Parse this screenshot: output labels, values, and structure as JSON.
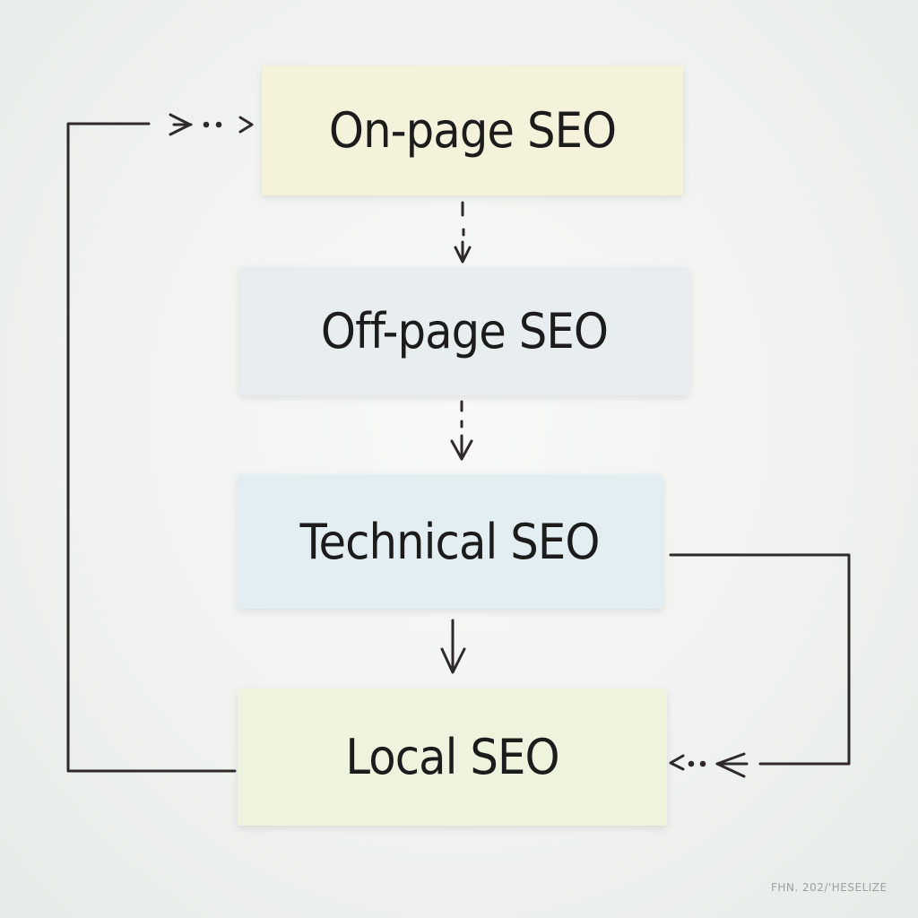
{
  "steps": [
    {
      "id": "on_page",
      "label": "On-page SEO",
      "color": "#f4f2da"
    },
    {
      "id": "off_page",
      "label": "Off-page SEO",
      "color": "#e8eef0"
    },
    {
      "id": "technical",
      "label": "Technical SEO",
      "color": "#e2eef2"
    },
    {
      "id": "local",
      "label": "Local SEO",
      "color": "#eef3de"
    }
  ],
  "watermark": "FHN. 202/'HESELIZE",
  "ink_color": "#2f2a29"
}
